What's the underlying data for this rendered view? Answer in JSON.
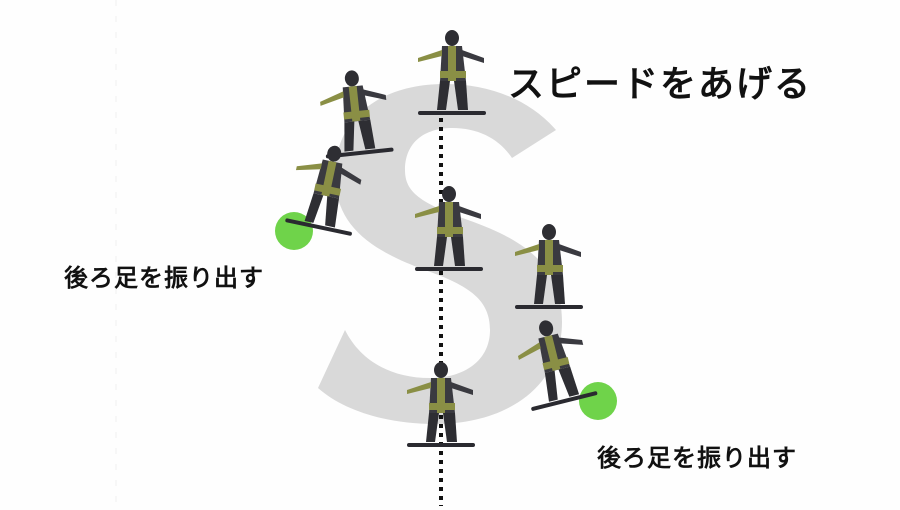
{
  "title": "スピードをあげる",
  "labels": {
    "left_callout": "後ろ足を振り出す",
    "right_callout": "後ろ足を振り出す"
  },
  "colors": {
    "background": "#fefefe",
    "s_shape": "#d9d9d9",
    "highlight_circle": "#6fd34a",
    "fall_line": "#111111",
    "jacket_dark": "#3a3a40",
    "jacket_accent": "#8a8f45",
    "board": "#2a2a30"
  },
  "diagram": {
    "shape_letter": "S",
    "fall_line": "dotted vertical center line",
    "rider_count": 7,
    "highlight_circles": 2
  }
}
